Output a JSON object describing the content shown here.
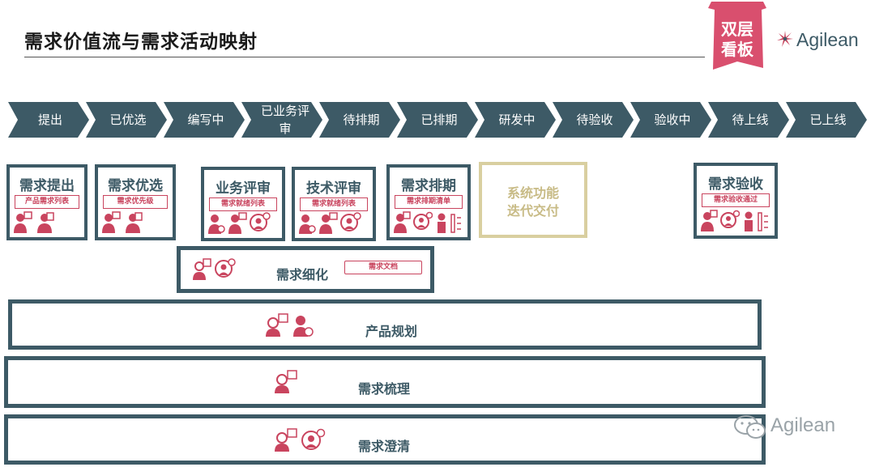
{
  "title": "需求价值流与需求活动映射",
  "banner": {
    "line1": "双层",
    "line2": "看板",
    "color": "#d94f6e"
  },
  "brand": {
    "name": "Agilean"
  },
  "stages": [
    "提出",
    "已优选",
    "编写中",
    "已业务评审",
    "待排期",
    "已排期",
    "研发中",
    "待验收",
    "验收中",
    "待上线",
    "已上线"
  ],
  "cards": {
    "propose": {
      "title": "需求提出",
      "tag": "产品需求列表"
    },
    "prioritize": {
      "title": "需求优选",
      "tag": "需求优先级"
    },
    "business_review": {
      "title": "业务评审",
      "tag": "需求就绪列表"
    },
    "tech_review": {
      "title": "技术评审",
      "tag": "需求就绪列表"
    },
    "schedule": {
      "title": "需求排期",
      "tag": "需求排期清单"
    },
    "system": {
      "line1": "系统功能",
      "line2": "迭代交付"
    },
    "acceptance": {
      "title": "需求验收",
      "tag": "需求验收通过"
    }
  },
  "refine": {
    "title": "需求细化",
    "tag": "需求文档"
  },
  "bars": {
    "planning": "产品规划",
    "organize": "需求梳理",
    "clarify": "需求澄清"
  },
  "watermark": {
    "text": "Agilean"
  },
  "colors": {
    "teal": "#3d5a66",
    "pink": "#c9445e",
    "gold": "#d9cfa0",
    "white": "#ffffff"
  }
}
